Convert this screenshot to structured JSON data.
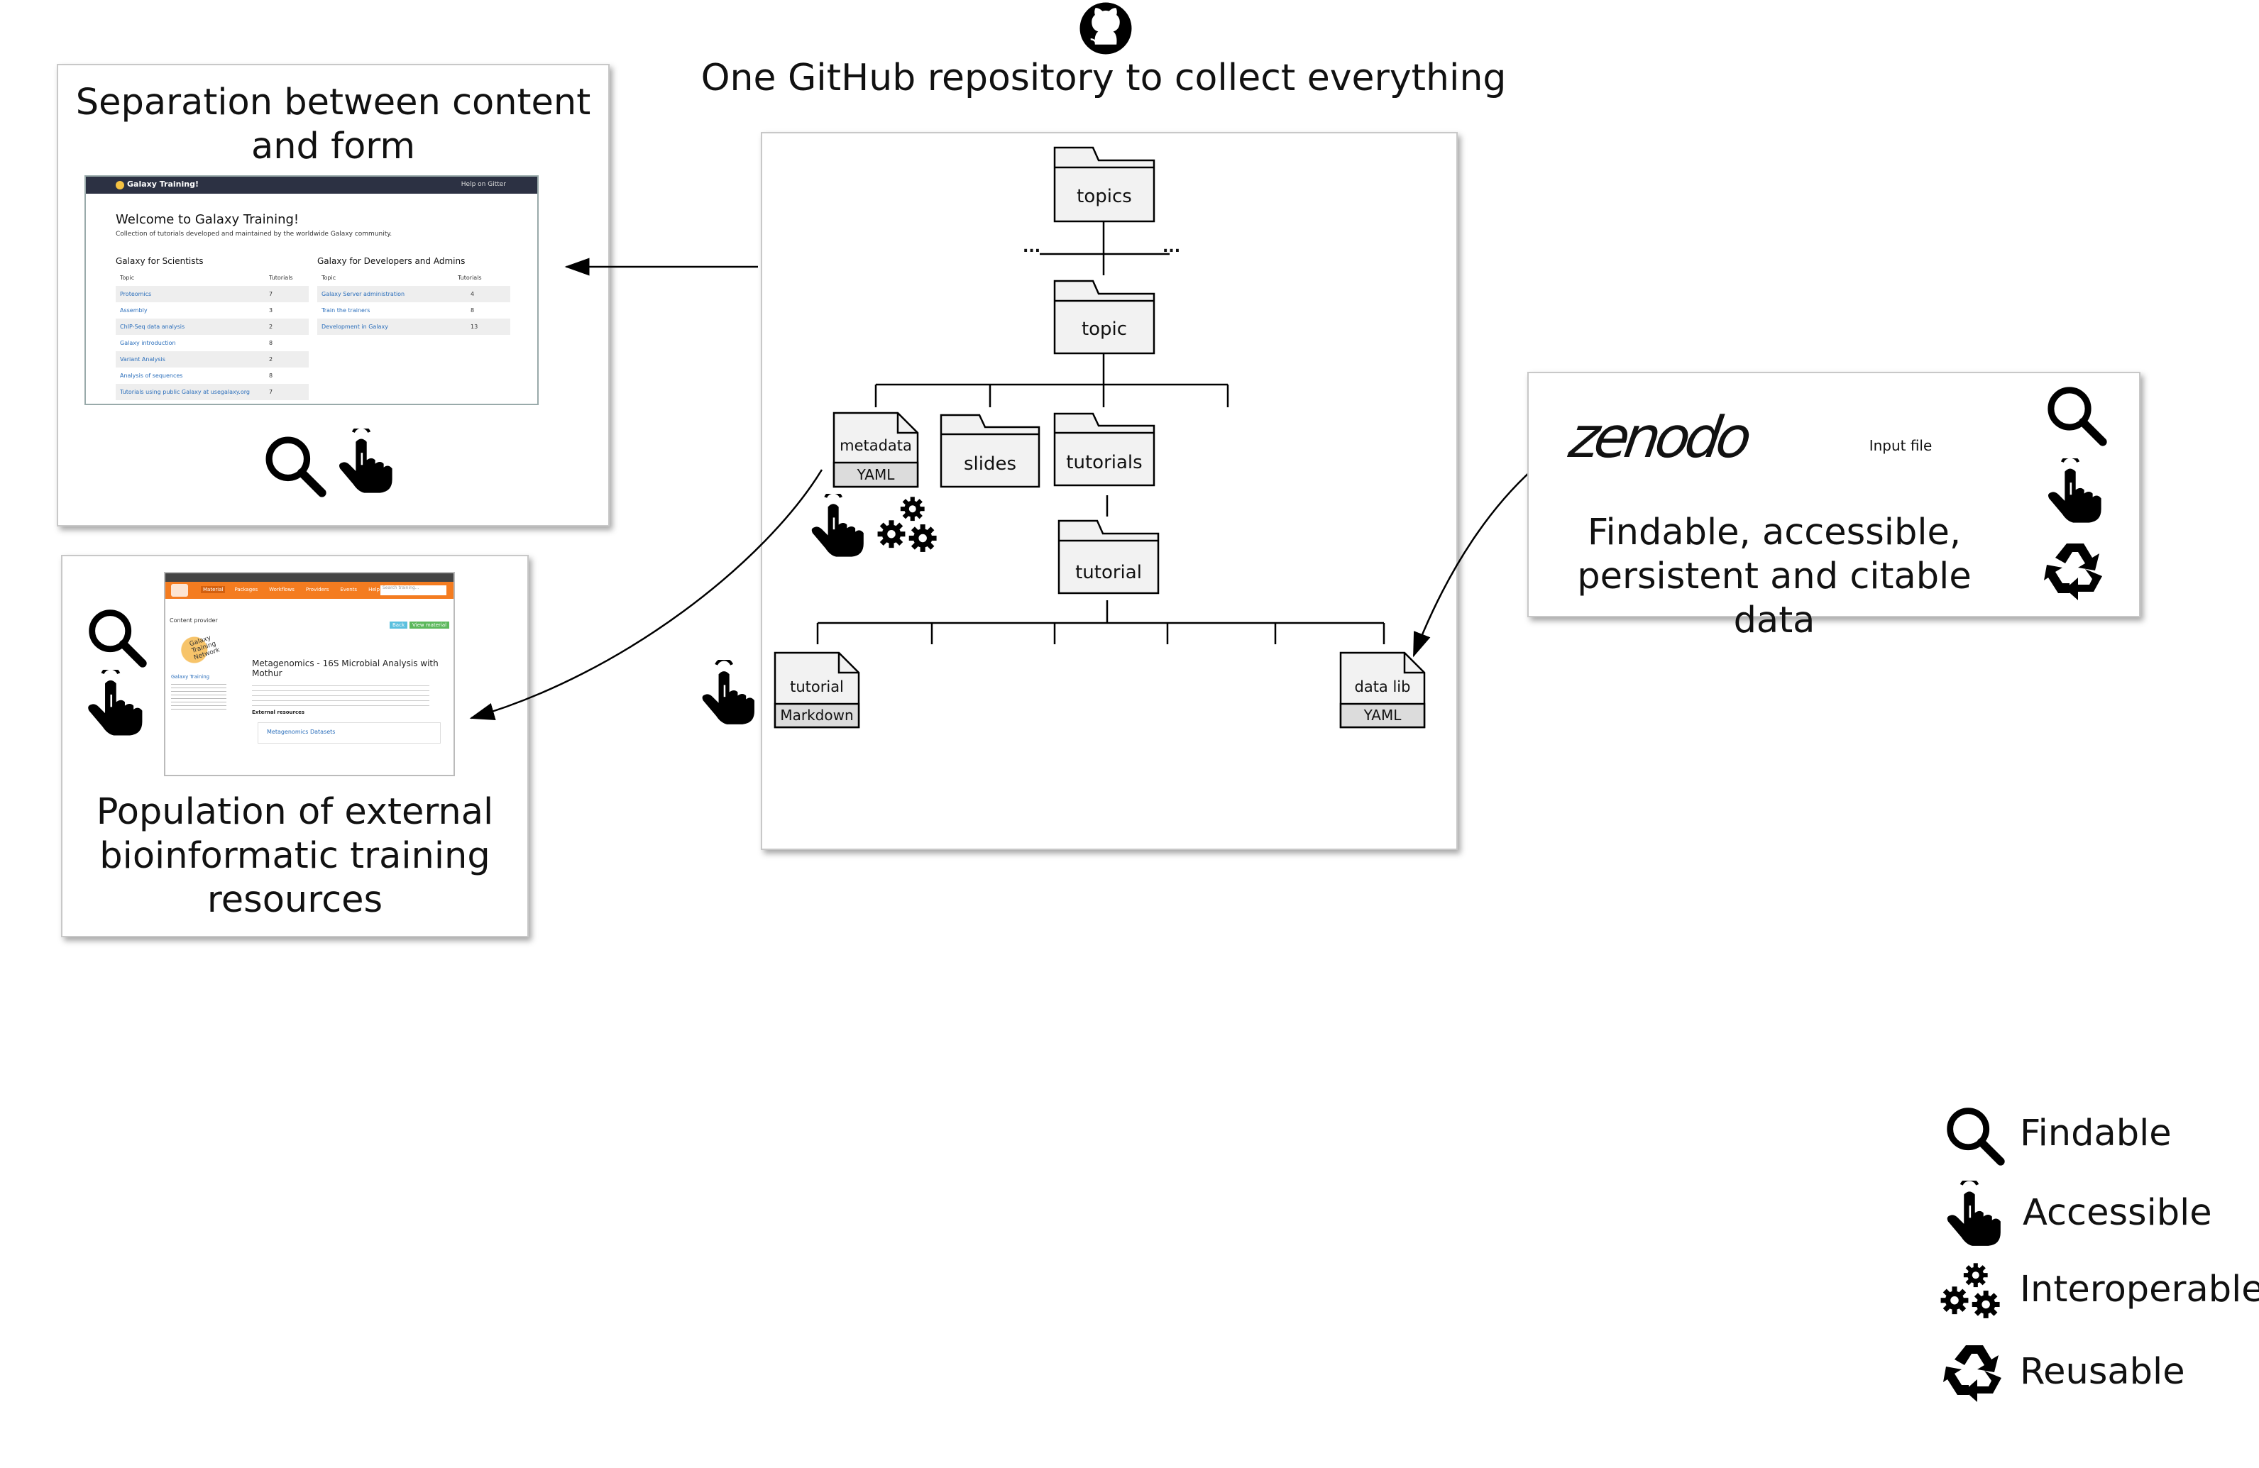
{
  "repo": {
    "title": "One GitHub repository to collect everything"
  },
  "tree": {
    "topics": "topics",
    "ellipsis_left": "...",
    "ellipsis_right": "...",
    "topic": "topic",
    "metadata": "metadata",
    "metadata_ext": "YAML",
    "slides": "slides",
    "tutorials": "tutorials",
    "tutorial_folder": "tutorial",
    "tutorial_doc": "tutorial",
    "tutorial_doc_ext": "Markdown",
    "datalib": "data lib",
    "datalib_ext": "YAML"
  },
  "separation": {
    "title": "Separation between content and form",
    "site": {
      "brand": "Galaxy Training!",
      "help": "Help on Gitter",
      "welcome": "Welcome to Galaxy Training!",
      "sub": "Collection of tutorials developed and maintained by the worldwide Galaxy community.",
      "col1_title": "Galaxy for Scientists",
      "col2_title": "Galaxy for Developers and Admins",
      "topic_h": "Topic",
      "tut_h": "Tutorials",
      "rows1": [
        {
          "t": "Proteomics",
          "n": "7"
        },
        {
          "t": "Assembly",
          "n": "3"
        },
        {
          "t": "ChIP-Seq data analysis",
          "n": "2"
        },
        {
          "t": "Galaxy introduction",
          "n": "8"
        },
        {
          "t": "Variant Analysis",
          "n": "2"
        },
        {
          "t": "Analysis of sequences",
          "n": "8"
        },
        {
          "t": "Tutorials using public Galaxy at usegalaxy.org",
          "n": "7"
        }
      ],
      "rows2": [
        {
          "t": "Galaxy Server administration",
          "n": "4"
        },
        {
          "t": "Train the trainers",
          "n": "8"
        },
        {
          "t": "Development in Galaxy",
          "n": "13"
        }
      ]
    }
  },
  "population": {
    "title": "Population of external bioinformatic training resources",
    "site": {
      "content_provider": "Content provider",
      "provider_name": "Galaxy Training",
      "badge": "Galaxy Training Network",
      "resource_title": "Metagenomics - 16S Microbial Analysis with Mothur",
      "ext_resources": "External resources",
      "dataset_link": "Metagenomics Datasets",
      "tabs": [
        "Material",
        "Packages",
        "Workflows",
        "Providers",
        "Events",
        "Help"
      ],
      "btn1": "Back",
      "btn2": "View material",
      "search_ph": "Search training..."
    }
  },
  "zenodo": {
    "logo": "zenodo",
    "input_file": "Input file",
    "caption": "Findable, accessible, persistent and citable data"
  },
  "legend": {
    "findable": "Findable",
    "accessible": "Accessible",
    "interoperable": "Interoperable",
    "reusable": "Reusable"
  },
  "icons": {
    "github": "github-icon",
    "find": "magnifier-icon",
    "access": "pointing-hand-icon",
    "interop": "gears-icon",
    "reuse": "recycle-icon"
  },
  "colors": {
    "galaxy_header": "#2c3143",
    "tess_orange": "#f47c20",
    "link_blue": "#2a6ebb",
    "folder_fill": "#f2f2f2"
  }
}
